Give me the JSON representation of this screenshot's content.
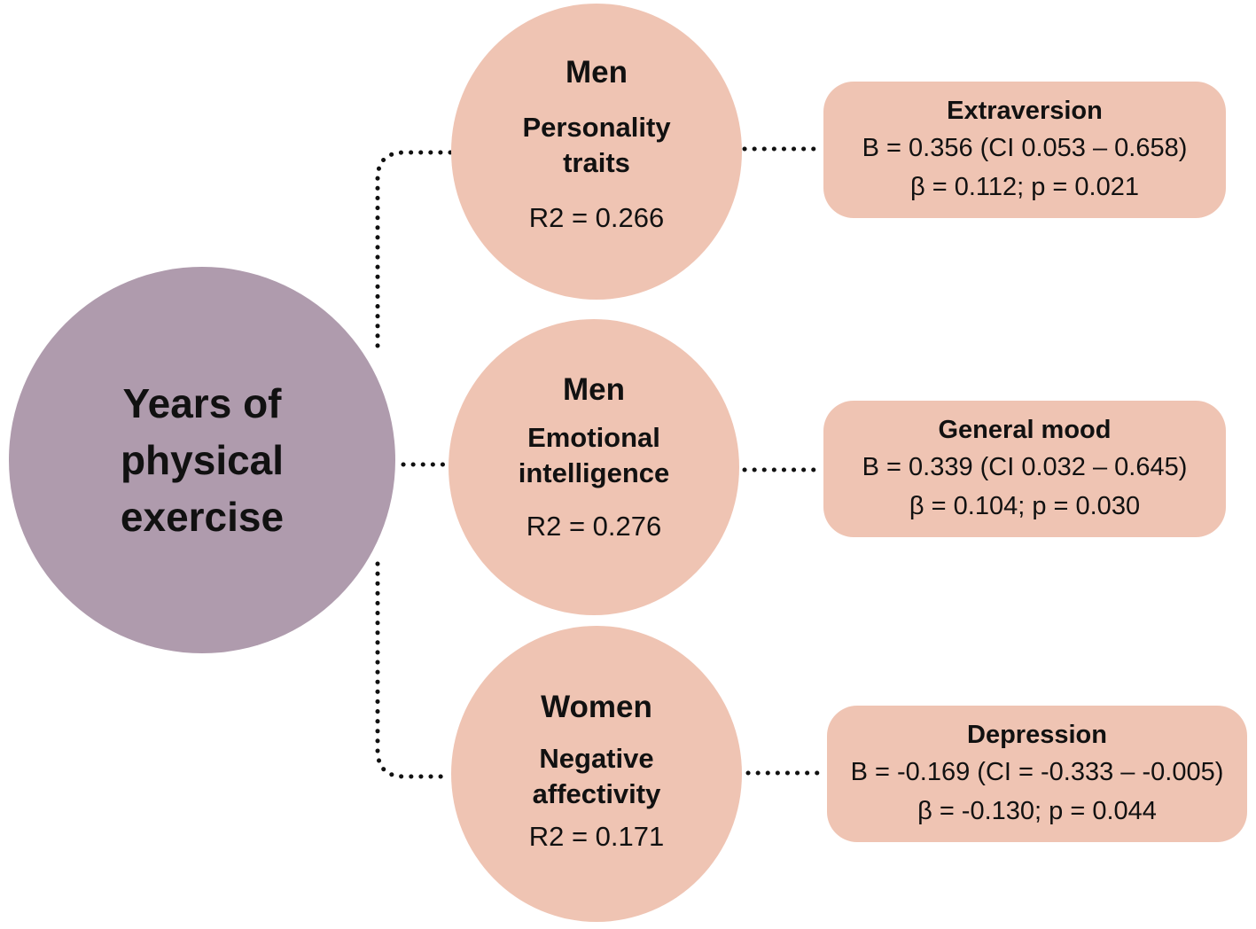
{
  "colors": {
    "root_fill": "#af9bad",
    "node_fill": "#efc4b3",
    "connector": "#111111",
    "text": "#111111"
  },
  "root": {
    "lines": [
      "Years of",
      "physical",
      "exercise"
    ]
  },
  "groups": [
    {
      "who": "Men",
      "construct": "Personality\ntraits",
      "r2": "R2 = 0.266",
      "result": {
        "title": "Extraversion",
        "line1": "B = 0.356 (CI 0.053 – 0.658)",
        "line2": "β = 0.112; p = 0.021"
      }
    },
    {
      "who": "Men",
      "construct": "Emotional\nintelligence",
      "r2": "R2 = 0.276",
      "result": {
        "title": "General mood",
        "line1": "B = 0.339 (CI 0.032 – 0.645)",
        "line2": "β = 0.104; p = 0.030"
      }
    },
    {
      "who": "Women",
      "construct": "Negative\naffectivity",
      "r2": "R2 = 0.171",
      "result": {
        "title": "Depression",
        "line1": "B = -0.169 (CI = -0.333 – -0.005)",
        "line2": "β = -0.130; p = 0.044"
      }
    }
  ]
}
